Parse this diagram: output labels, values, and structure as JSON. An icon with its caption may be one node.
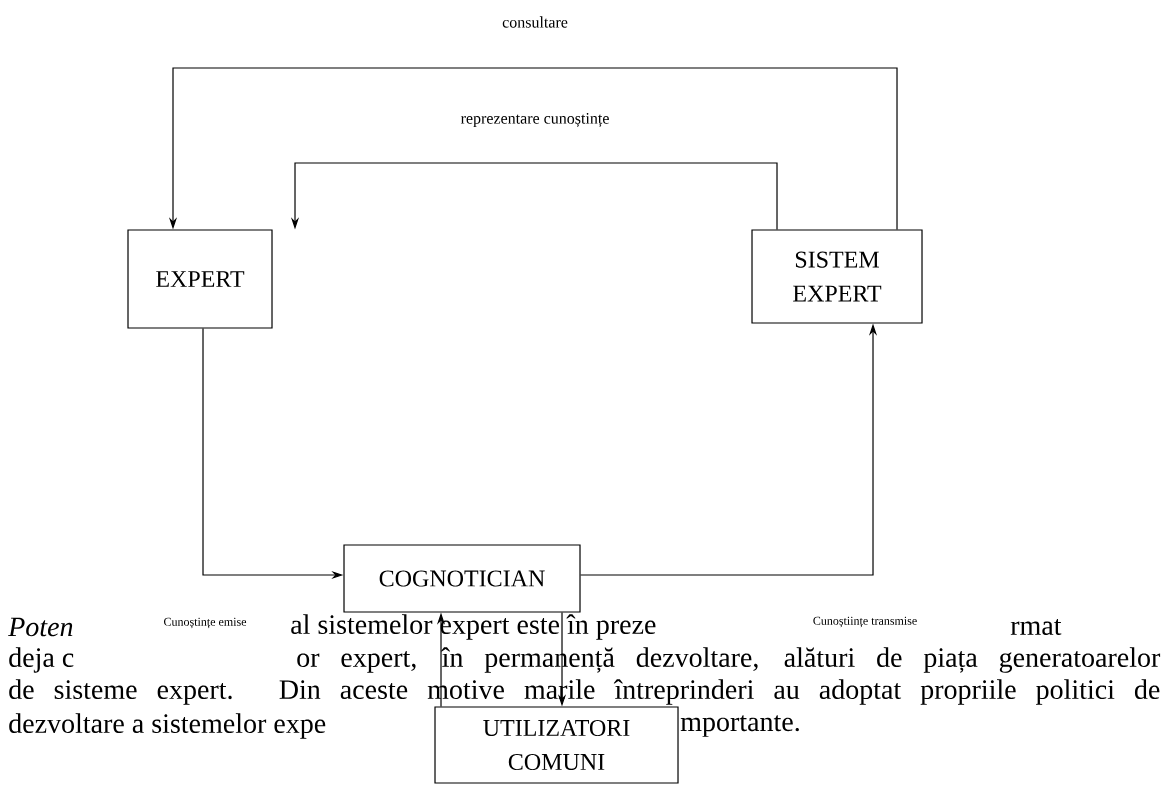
{
  "diagram": {
    "nodes": [
      {
        "text": [
          "EXPERT"
        ]
      },
      {
        "text": [
          "SISTEM EXPERT"
        ]
      },
      {
        "text": [
          "COGNOTICIAN"
        ]
      },
      {
        "text": [
          "UTILIZATORI COMUNI"
        ]
      }
    ],
    "edges": [
      {
        "from": 1,
        "to": 0,
        "arrow": "to",
        "label": "consultare"
      },
      {
        "from": 1,
        "to": 0,
        "arrow": "to",
        "label": "reprezentare cunoștințe"
      },
      {
        "from": 0,
        "to": 2,
        "arrow": "to",
        "label": "Cunoștințe emise"
      },
      {
        "from": 2,
        "to": 1,
        "arrow": "to",
        "label": "Cunoștiințe transmise"
      },
      {
        "from": 3,
        "to": 2,
        "arrow": "to"
      },
      {
        "from": 2,
        "to": 3,
        "arrow": "to"
      }
    ],
    "labels": [
      "Poten",
      "al sistemelor expert este în preze",
      "rmat",
      "deja c",
      "or expert, în permanență dezvoltare, alături de piața generatoarelor",
      "de sisteme expert. Din aceste motive marile întreprinderi au adoptat propriile politici de",
      "dezvoltare a sistemelor expe",
      "mportante."
    ]
  }
}
